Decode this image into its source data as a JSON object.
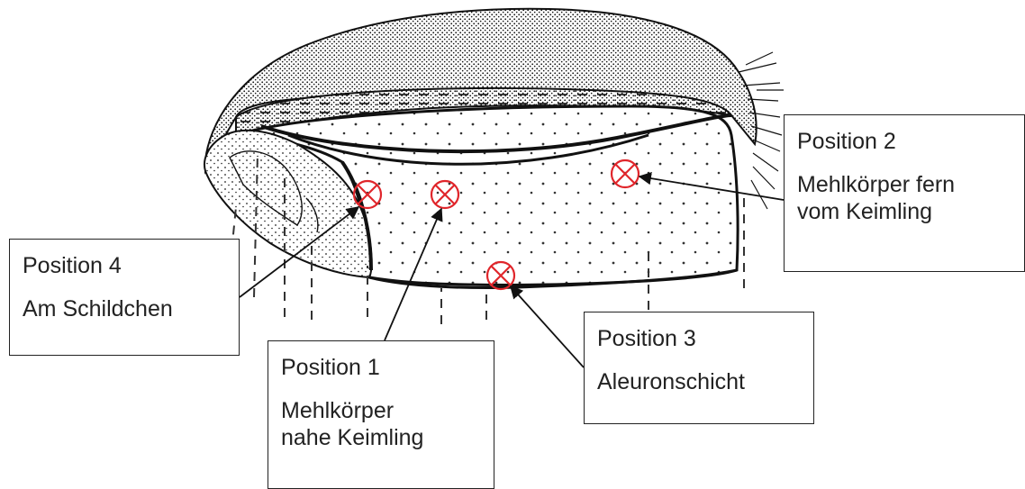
{
  "labels": {
    "position_2": {
      "title": "Position 2",
      "line1": "Mehlkörper fern",
      "line2": "vom Keimling"
    },
    "position_4": {
      "title": "Position 4",
      "line1": "Am Schildchen"
    },
    "position_1": {
      "title": "Position 1",
      "line1": "Mehlkörper",
      "line2": "nahe Keimling"
    },
    "position_3": {
      "title": "Position 3",
      "line1": "Aleuronschicht"
    }
  },
  "colors": {
    "marker": "#e0262b",
    "ink": "#222222",
    "background": "#ffffff"
  }
}
